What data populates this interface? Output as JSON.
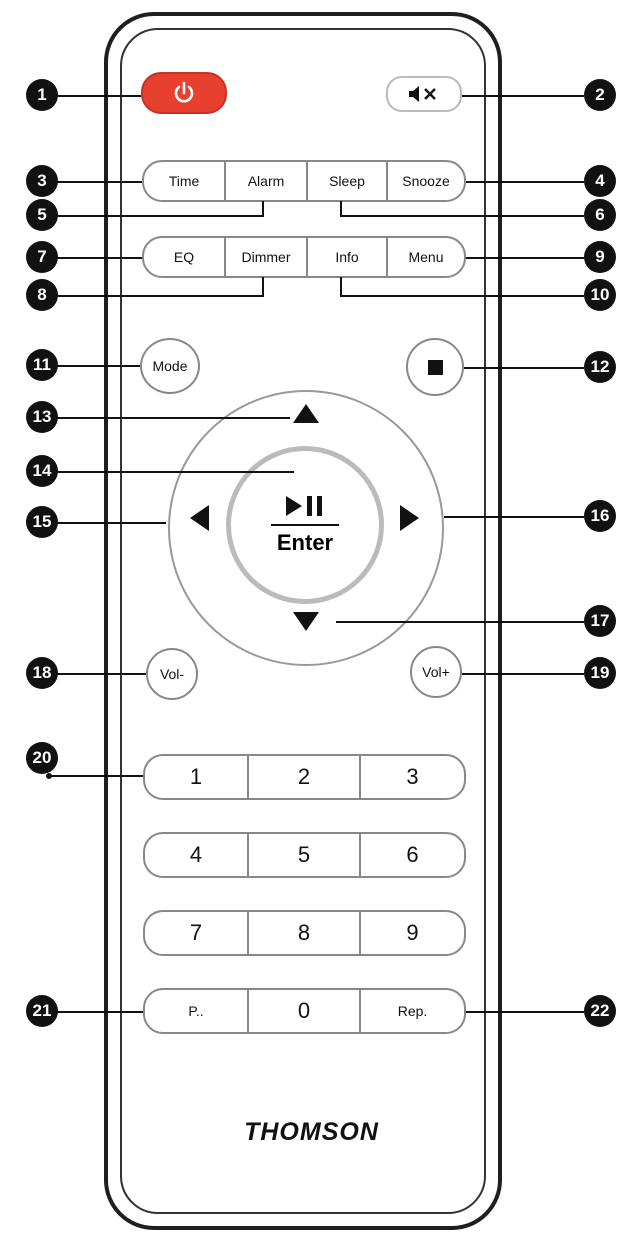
{
  "brand": "THOMSON",
  "buttons": {
    "time": "Time",
    "alarm": "Alarm",
    "sleep": "Sleep",
    "snooze": "Snooze",
    "eq": "EQ",
    "dimmer": "Dimmer",
    "info": "Info",
    "menu": "Menu",
    "mode": "Mode",
    "enter": "Enter",
    "vol_minus": "Vol-",
    "vol_plus": "Vol+",
    "preset": "P..",
    "repeat": "Rep.",
    "digits": [
      "1",
      "2",
      "3",
      "4",
      "5",
      "6",
      "7",
      "8",
      "9",
      "0"
    ]
  },
  "callouts": [
    "1",
    "2",
    "3",
    "4",
    "5",
    "6",
    "7",
    "8",
    "9",
    "10",
    "11",
    "12",
    "13",
    "14",
    "15",
    "16",
    "17",
    "18",
    "19",
    "20",
    "21",
    "22"
  ],
  "colors": {
    "power": "#e8402f",
    "outline": "#1f1f1f",
    "callout": "#111111"
  }
}
